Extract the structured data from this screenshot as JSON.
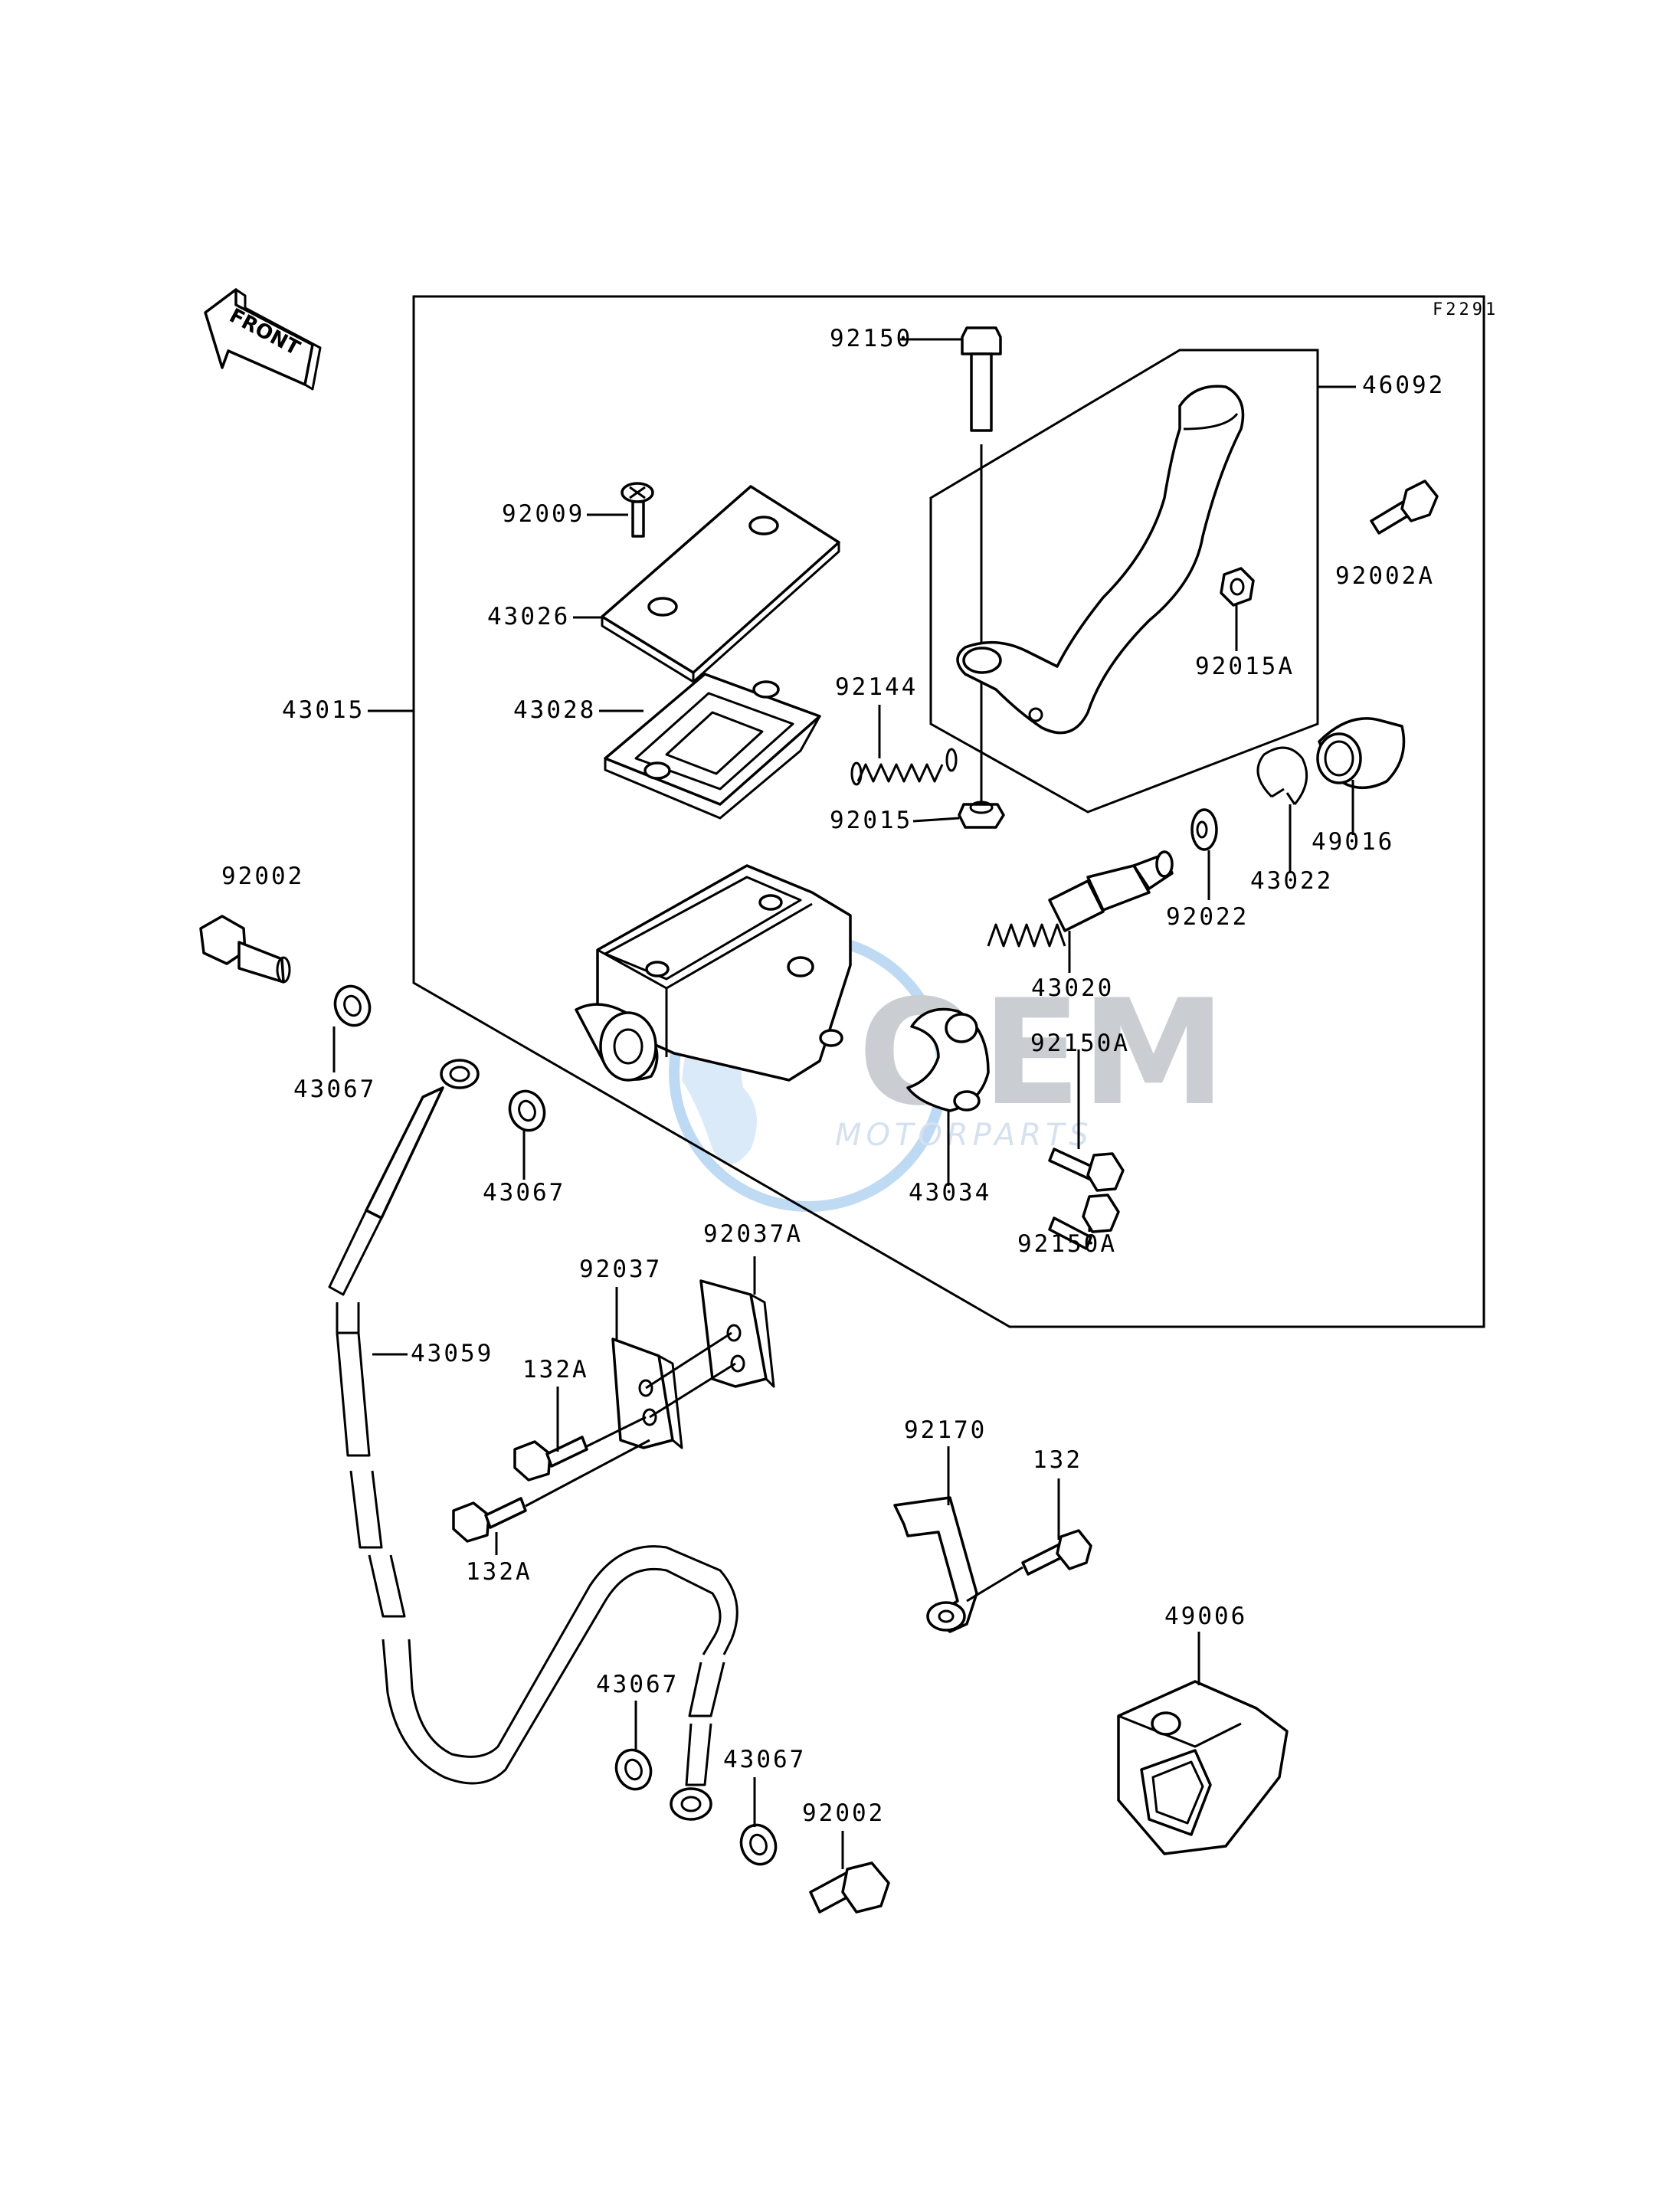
{
  "figure_code": "F2291",
  "front_label": "FRONT",
  "watermark": {
    "brand": "OEM",
    "sub": "MOTORPARTS"
  },
  "labels": {
    "p92150": "92150",
    "p46092": "46092",
    "p92009": "92009",
    "p92002A": "92002A",
    "p43026": "43026",
    "p92015A": "92015A",
    "p92144": "92144",
    "p43015": "43015",
    "p43028": "43028",
    "p92015": "92015",
    "p49016": "49016",
    "p43022": "43022",
    "p92022": "92022",
    "p92002_top": "92002",
    "p43020": "43020",
    "p92150A_1": "92150A",
    "p43067_1": "43067",
    "p43067_2": "43067",
    "p43034": "43034",
    "p92150A_2": "92150A",
    "p92037A": "92037A",
    "p92037": "92037",
    "p43059": "43059",
    "p132A_1": "132A",
    "p132A_2": "132A",
    "p92170": "92170",
    "p132": "132",
    "p49006": "49006",
    "p43067_3": "43067",
    "p43067_4": "43067",
    "p92002_bottom": "92002"
  }
}
